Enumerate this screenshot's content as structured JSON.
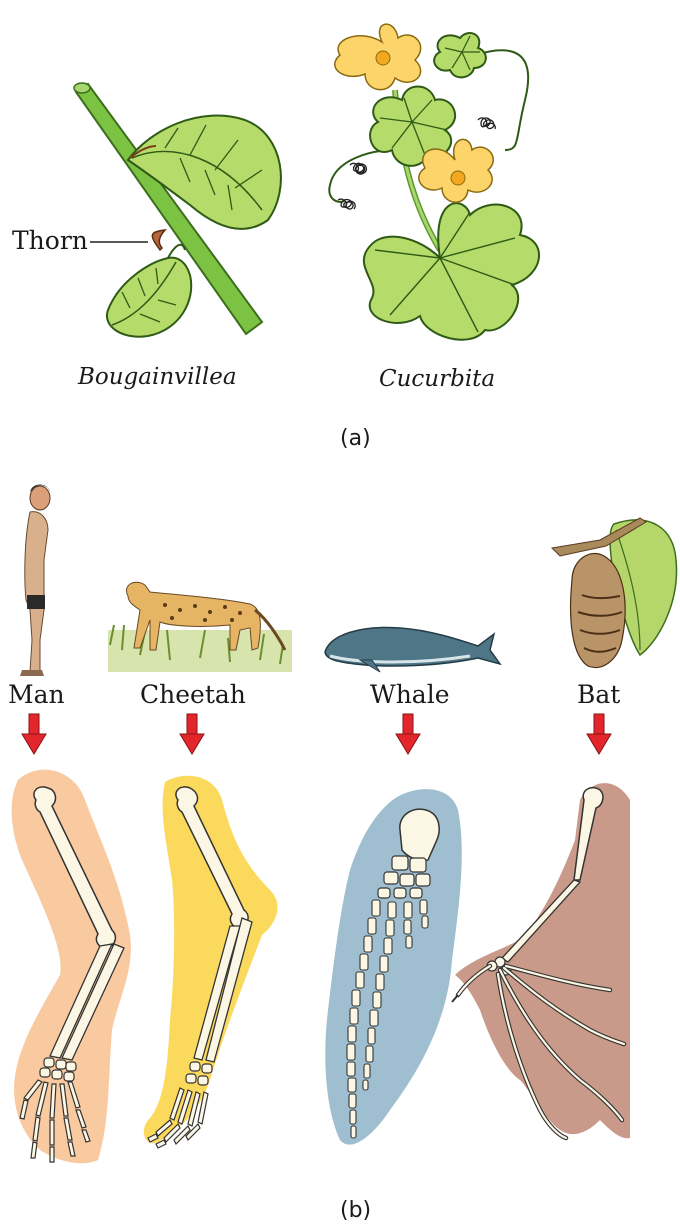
{
  "part_a": {
    "thorn_label": "Thorn",
    "plant1_name": "Bougainvillea",
    "plant2_name": "Cucurbita",
    "caption": "(a)"
  },
  "part_b": {
    "animals": [
      "Man",
      "Cheetah",
      "Whale",
      "Bat"
    ],
    "caption": "(b)"
  },
  "colors": {
    "stem": "#7cc243",
    "leaf": "#b5db6a",
    "flower": "#fcd46a",
    "arrow": "#e2262b",
    "man_limb": "#f9c9a0",
    "cheetah_limb": "#fbd95c",
    "whale_limb": "#9fbfd1",
    "bat_limb": "#c99a8a",
    "bone": "#fbf7e4"
  }
}
